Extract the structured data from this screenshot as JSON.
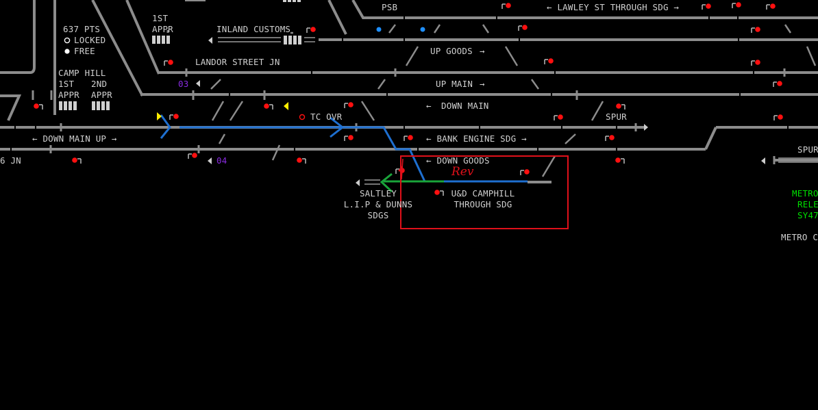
{
  "panel": {
    "ground_frame": "637 PTS",
    "legend": {
      "locked": "LOCKED",
      "free": "FREE"
    },
    "colors": {
      "track": "#8c8c8c",
      "route_set": "#1e6fd0",
      "route_green": "#1aa53a",
      "signal_red": "#ff1010",
      "annotation_red": "#e0101a",
      "berth_purple": "#8a2be2",
      "warning_yellow": "#ffee00",
      "text": "#d0d0d0",
      "text_green": "#00e000"
    }
  },
  "labels": {
    "psb": "PSB",
    "lawley": "LAWLEY ST THROUGH SDG",
    "first_appr_top_1": "1ST",
    "first_appr_top_2": "APPR",
    "inland": "INLAND CUSTOMS",
    "up_goods": "UP GOODS",
    "landor": "LANDOR STREET JN",
    "camp_hill": "CAMP HILL",
    "first_appr": "1ST",
    "first_appr_b": "APPR",
    "second_appr": "2ND",
    "second_appr_b": "APPR",
    "up_main": "UP MAIN",
    "down_main": "DOWN MAIN",
    "tc_ovr": "TC OVR",
    "spur_1": "SPUR",
    "down_main_up": "DOWN MAIN UP",
    "bank_engine": "BANK ENGINE SDG",
    "jn_left": "6 JN",
    "down_goods": "DOWN GOODS",
    "spur_2": "SPUR",
    "saltley_1": "SALTLEY",
    "saltley_2": "L.I.P & DUNNS",
    "saltley_3": "SDGS",
    "campthill_1": "U&D CAMPHILL",
    "campthill_2": "THROUGH SDG",
    "metro_1": "METRO",
    "metro_2": "RELE",
    "metro_3": "SY47",
    "metro_c": "METRO C"
  },
  "berths": {
    "b03": "03",
    "b04": "04"
  },
  "annotation": {
    "text": "Rev"
  },
  "icons": [
    "arrow-left-icon",
    "arrow-right-icon",
    "signal-icon",
    "route-arrow-icon"
  ]
}
